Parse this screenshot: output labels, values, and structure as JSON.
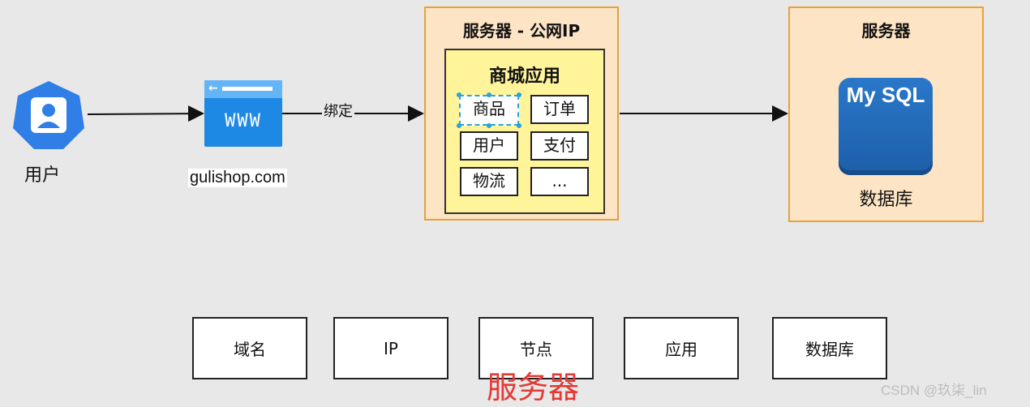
{
  "user": {
    "label": "用户",
    "icon": "user-badge-icon"
  },
  "domain": {
    "label": "gulishop.com",
    "icon_text": "WWW"
  },
  "bind_label": "绑定",
  "server_ip": {
    "title": "服务器 - 公网IP",
    "app_title": "商城应用",
    "modules": [
      "商品",
      "订单",
      "用户",
      "支付",
      "物流",
      "..."
    ]
  },
  "server_db": {
    "title": "服务器",
    "db_logo": "My SQL",
    "db_label": "数据库"
  },
  "bottom_row": [
    "域名",
    "IP",
    "节点",
    "应用",
    "数据库"
  ],
  "bottom_caption": "服务器",
  "watermark": "CSDN @玖柒_lin",
  "colors": {
    "server_fill": "#fde4c4",
    "server_border": "#e6a23c",
    "app_fill": "#fff49a",
    "caption": "#e53935",
    "selection": "#29a3d8"
  }
}
